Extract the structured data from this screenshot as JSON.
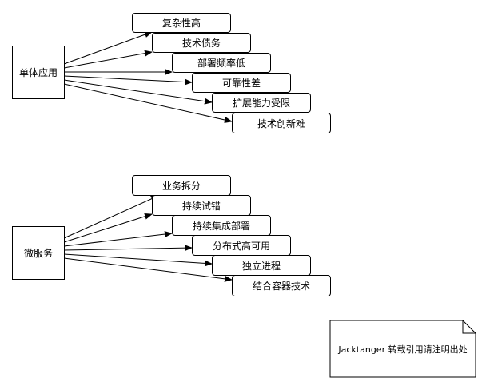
{
  "monolith": {
    "label": "单体应用",
    "issues": [
      "复杂性高",
      "技术债务",
      "部署频率低",
      "可靠性差",
      "扩展能力受限",
      "技术创新难"
    ]
  },
  "microservices": {
    "label": "微服务",
    "features": [
      "业务拆分",
      "持续试错",
      "持续集成部署",
      "分布式高可用",
      "独立进程",
      "结合容器技术"
    ]
  },
  "note": {
    "text": "Jacktanger 转载引用请注明出处"
  }
}
